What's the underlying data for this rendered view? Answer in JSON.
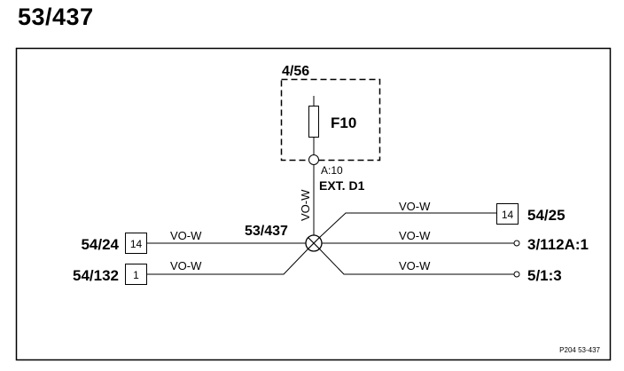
{
  "title": "53/437",
  "fuse_box": {
    "label": "4/56",
    "fuse": "F10"
  },
  "splice": {
    "label": "53/437",
    "upper_terminal": "A:10",
    "upper_connection": "EXT. D1"
  },
  "wires": {
    "vertical": "VO-W",
    "left_top": "VO-W",
    "left_bottom": "VO-W",
    "right_top": "VO-W",
    "right_middle": "VO-W",
    "right_bottom": "VO-W"
  },
  "connectors": {
    "left_top": {
      "label": "54/24",
      "pin": "14"
    },
    "left_bottom": {
      "label": "54/132",
      "pin": "1"
    },
    "right_top": {
      "label": "54/25",
      "pin": "14"
    },
    "right_middle": {
      "label": "3/112A:1"
    },
    "right_bottom": {
      "label": "5/1:3"
    }
  },
  "footer_code": "P204 53-437"
}
